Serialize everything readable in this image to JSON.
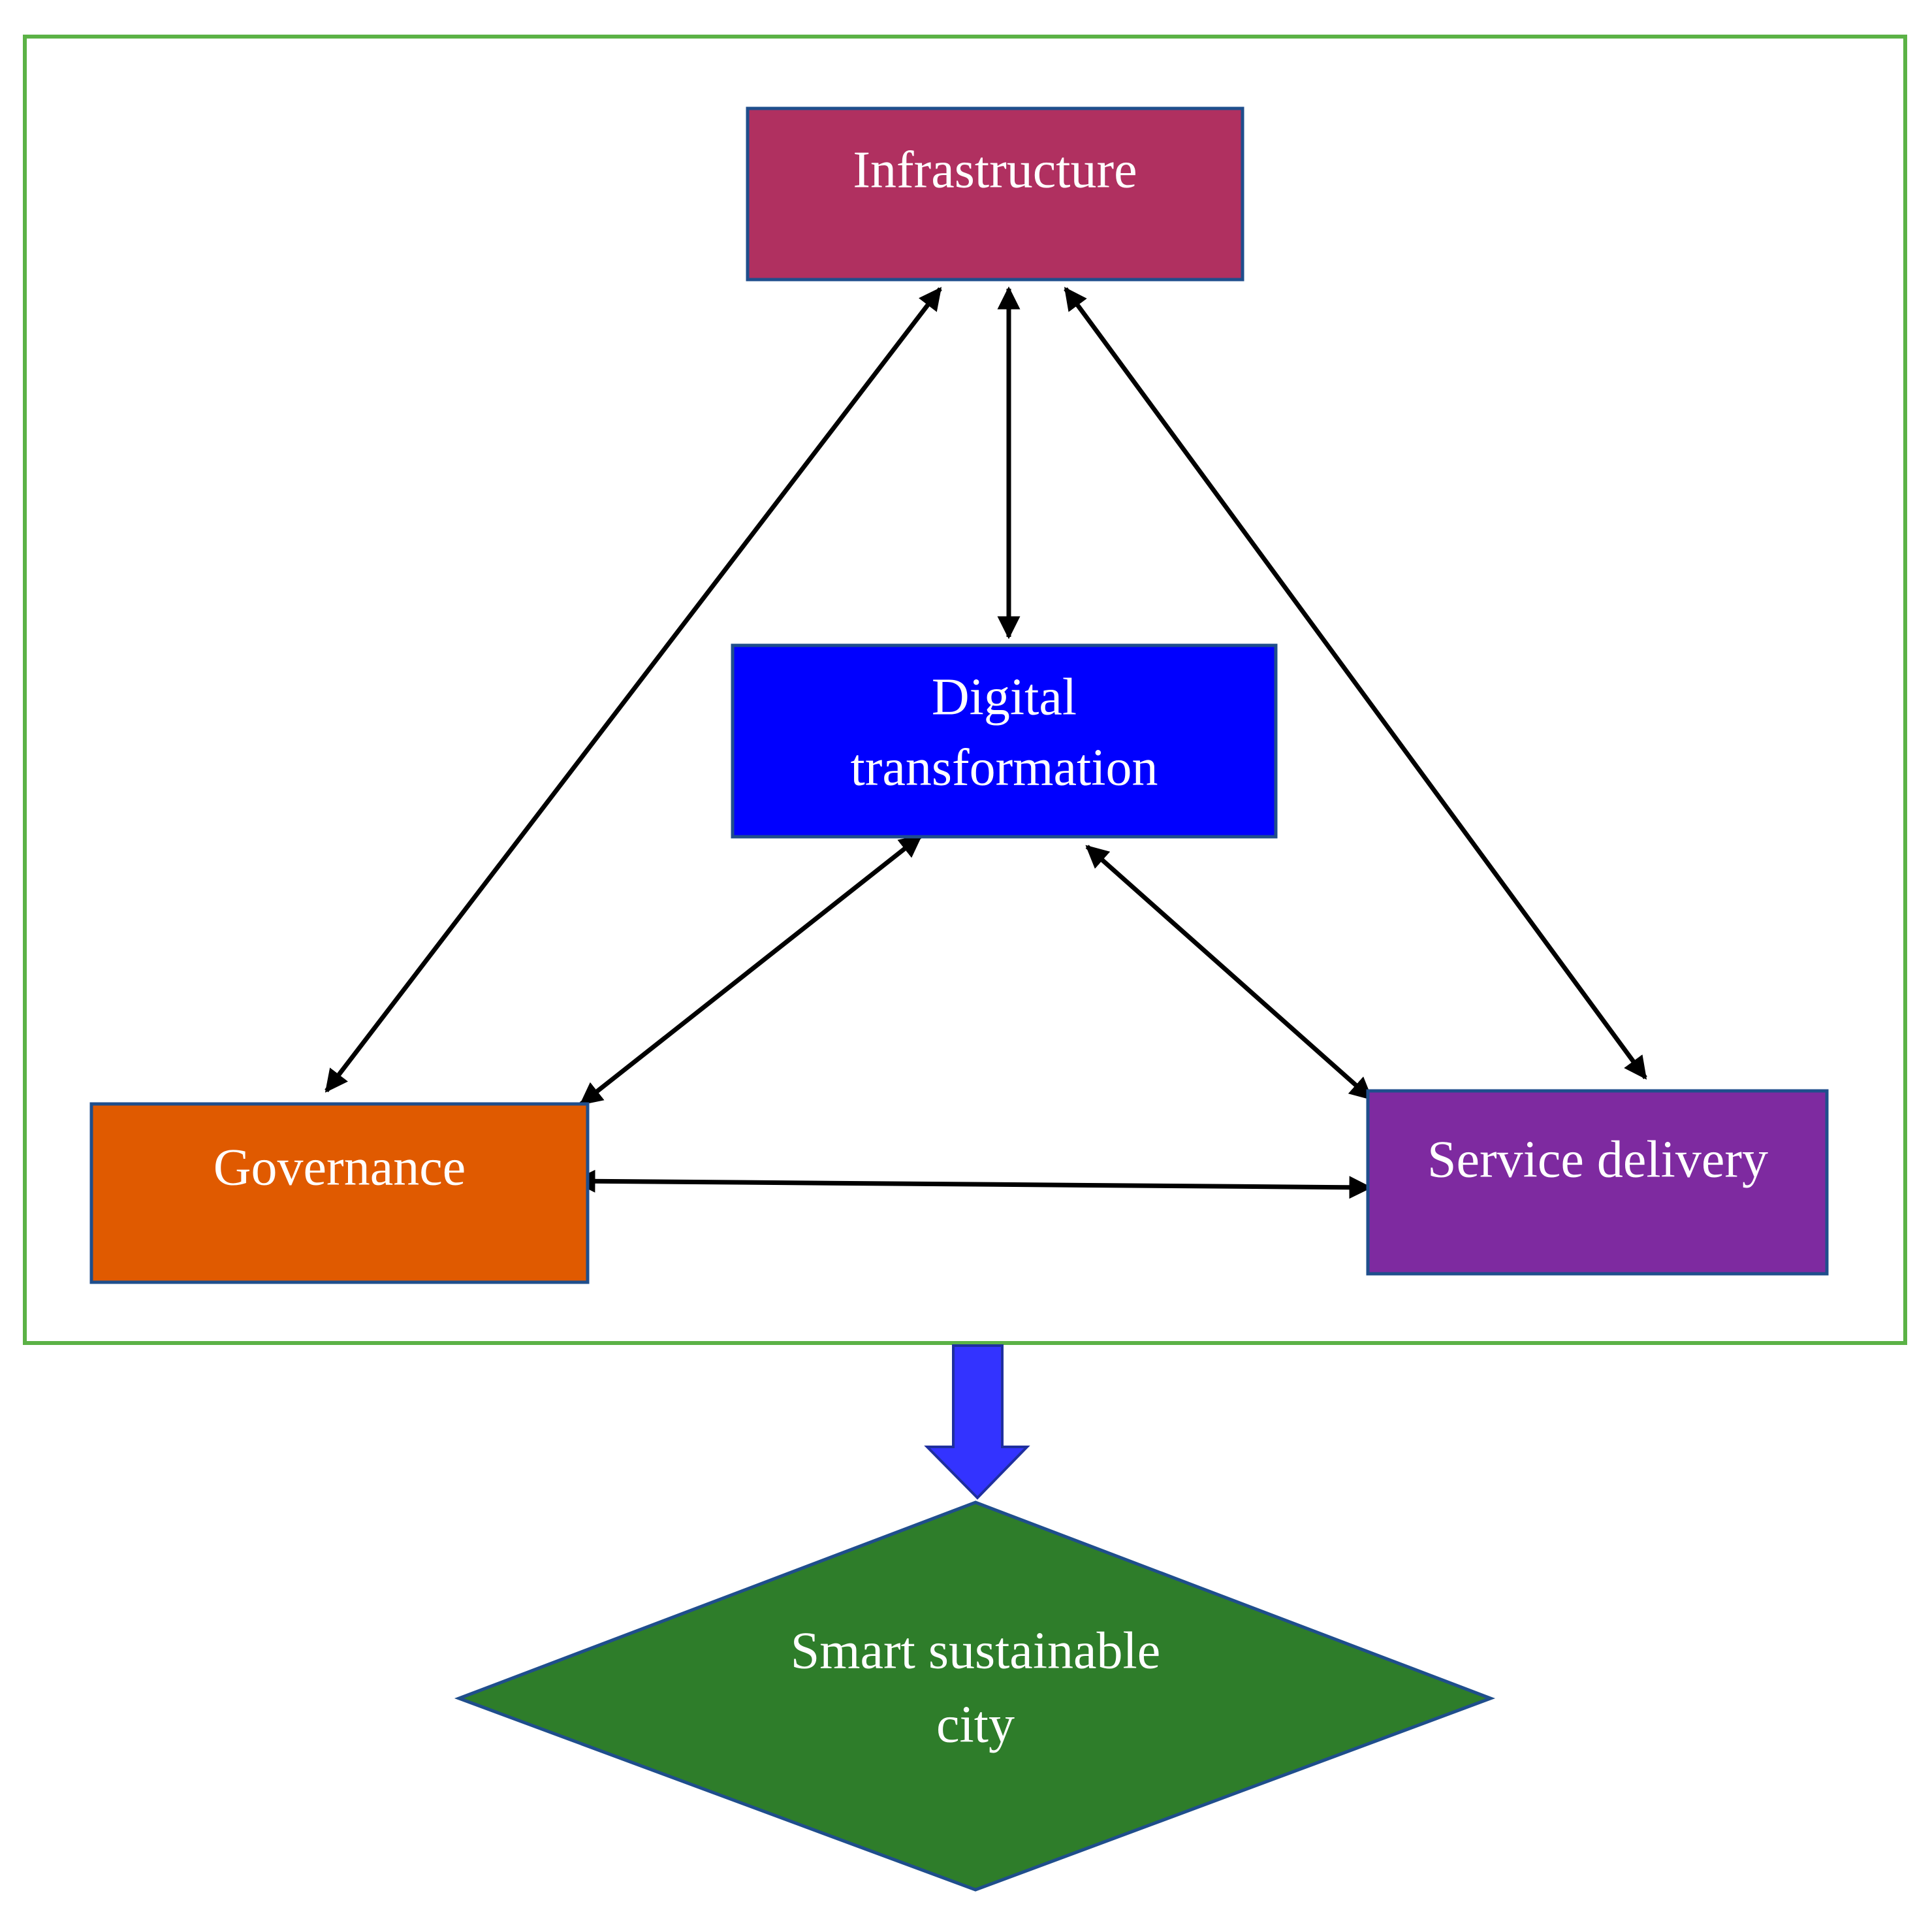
{
  "nodes": {
    "infrastructure": {
      "label": "Infrastructure",
      "color": "#b03060"
    },
    "digital_transformation": {
      "line1": "Digital",
      "line2": "transformation",
      "color": "#0000ff"
    },
    "governance": {
      "label": "Governance",
      "color": "#e05a00"
    },
    "service_delivery": {
      "label": "Service delivery",
      "color": "#7e2aa0"
    },
    "smart_city": {
      "line1": "Smart sustainable",
      "line2": "city",
      "color": "#2e7d2a"
    }
  },
  "colors": {
    "frame_border": "#5bb246",
    "box_border": "#1f4e8c",
    "connector": "#000000",
    "output_arrow": "#3333ff"
  }
}
